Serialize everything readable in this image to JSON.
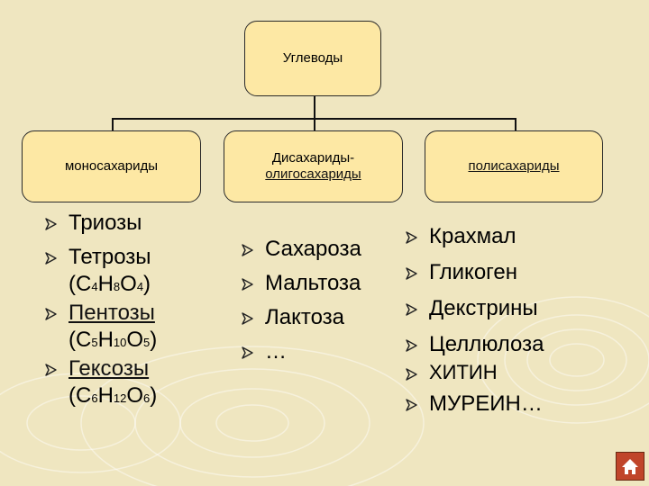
{
  "top": {
    "label": "Углеводы"
  },
  "categories": {
    "mono": {
      "label": "моносахариды"
    },
    "di": {
      "line1": "Дисахариды-",
      "line2": "олигосахариды"
    },
    "poly": {
      "label": "полисахариды"
    }
  },
  "mono_items": [
    {
      "name": "Триозы"
    },
    {
      "name": "Тетрозы",
      "formula": [
        "(С",
        "4",
        "Н",
        "8",
        "О",
        "4",
        ")"
      ]
    },
    {
      "name": "Пентозы",
      "formula": [
        "(С",
        "5",
        "Н",
        "10",
        "О",
        "5",
        ")"
      ]
    },
    {
      "name": "Гексозы",
      "formula": [
        "(С",
        "6",
        "Н",
        "12",
        "О",
        "6",
        ")"
      ]
    }
  ],
  "di_items": [
    "Сахароза",
    "Мальтоза",
    "Лактоза",
    "…"
  ],
  "poly_items": [
    "Крахмал",
    "Гликоген",
    "Декстрины",
    "Целлюлоза",
    "ХИТИН",
    "МУРЕИН…"
  ],
  "colors": {
    "box_fill": "#fde8a4",
    "background": "#efe6c0",
    "arrow": "#222222"
  },
  "icons": {
    "bullet": "arrow-bullet-icon",
    "home": "home-icon"
  }
}
